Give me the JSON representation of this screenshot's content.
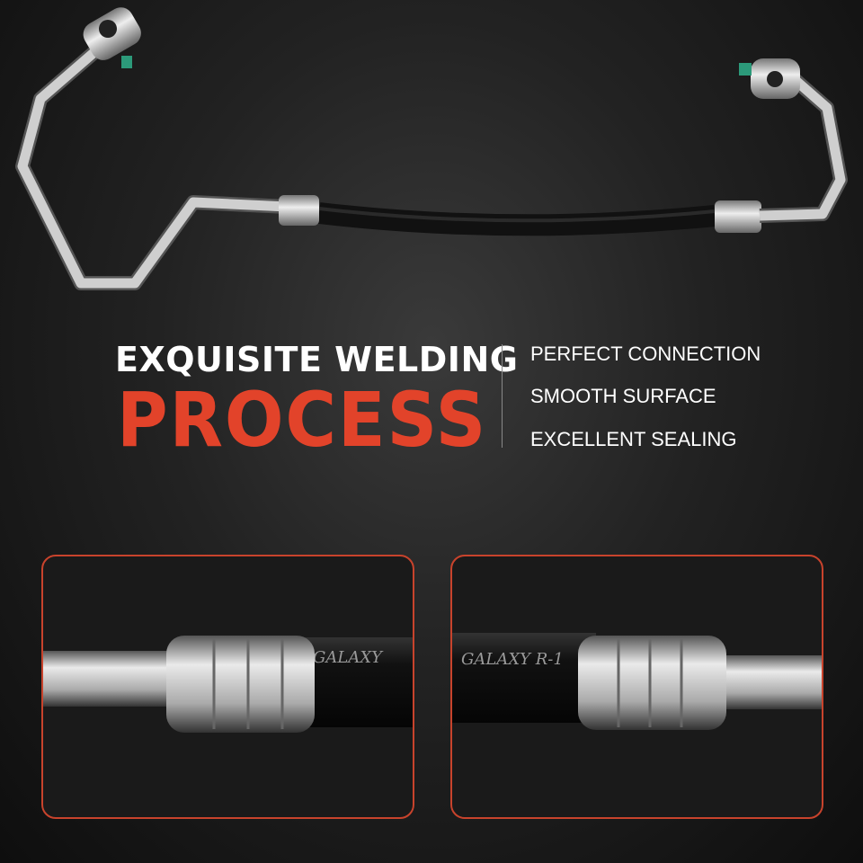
{
  "headline": {
    "line1": "EXQUISITE WELDING",
    "line2": "PROCESS"
  },
  "features": [
    "PERFECT CONNECTION",
    "SMOOTH SURFACE",
    "EXCELLENT SEALING"
  ],
  "hose_print": {
    "left_panel": "GALAXY",
    "right_panel": "GALAXY  R-1"
  },
  "colors": {
    "accent": "#e2432a",
    "panel_border": "#c8432c",
    "background": "#1c1c1c"
  }
}
